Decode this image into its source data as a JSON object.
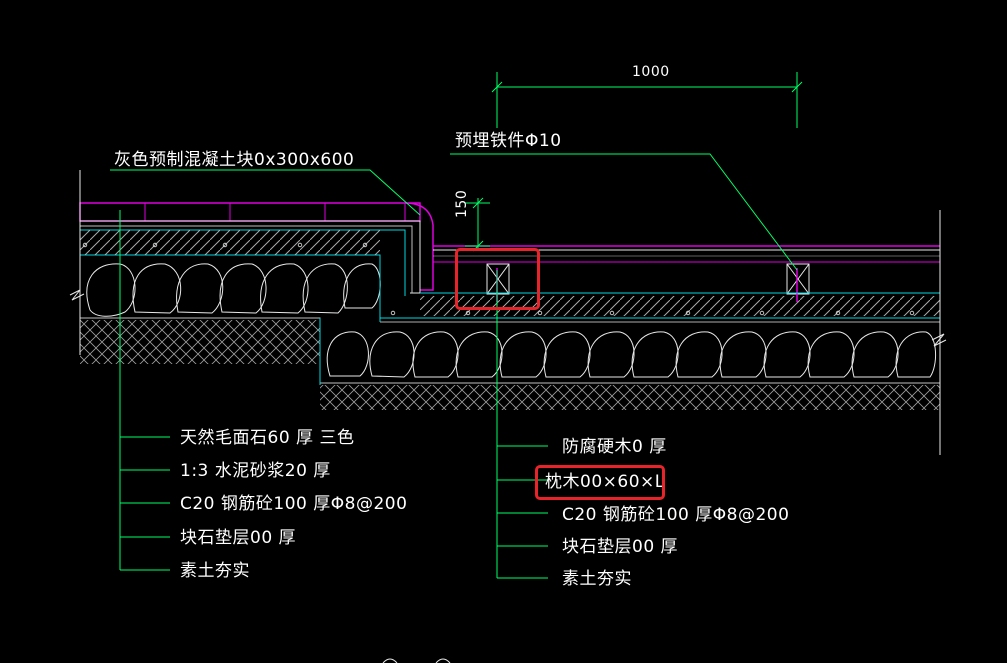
{
  "colors": {
    "background": "#000000",
    "line_green": "#00ff66",
    "line_white": "#e8e8e8",
    "line_cyan": "#00d8e0",
    "line_magenta": "#e000e0",
    "line_grey": "#bfbfbf",
    "highlight_red": "#e8242b"
  },
  "dimensions": {
    "span": "1000",
    "height": "150"
  },
  "callouts": {
    "precast_block": "灰色预制混凝土块0x300x600",
    "embedded_iron": "预埋铁件Φ10"
  },
  "left_layers": [
    "天然毛面石60 厚 三色",
    "1:3  水泥砂浆20 厚",
    "C20  钢筋砼100  厚Φ8@200",
    "块石垫层00  厚",
    "素土夯实"
  ],
  "right_layers": [
    "防腐硬木0 厚",
    "枕木00×60×L",
    "C20  钢筋砼100  厚Φ8@200",
    "块石垫层00  厚",
    "素土夯实"
  ]
}
